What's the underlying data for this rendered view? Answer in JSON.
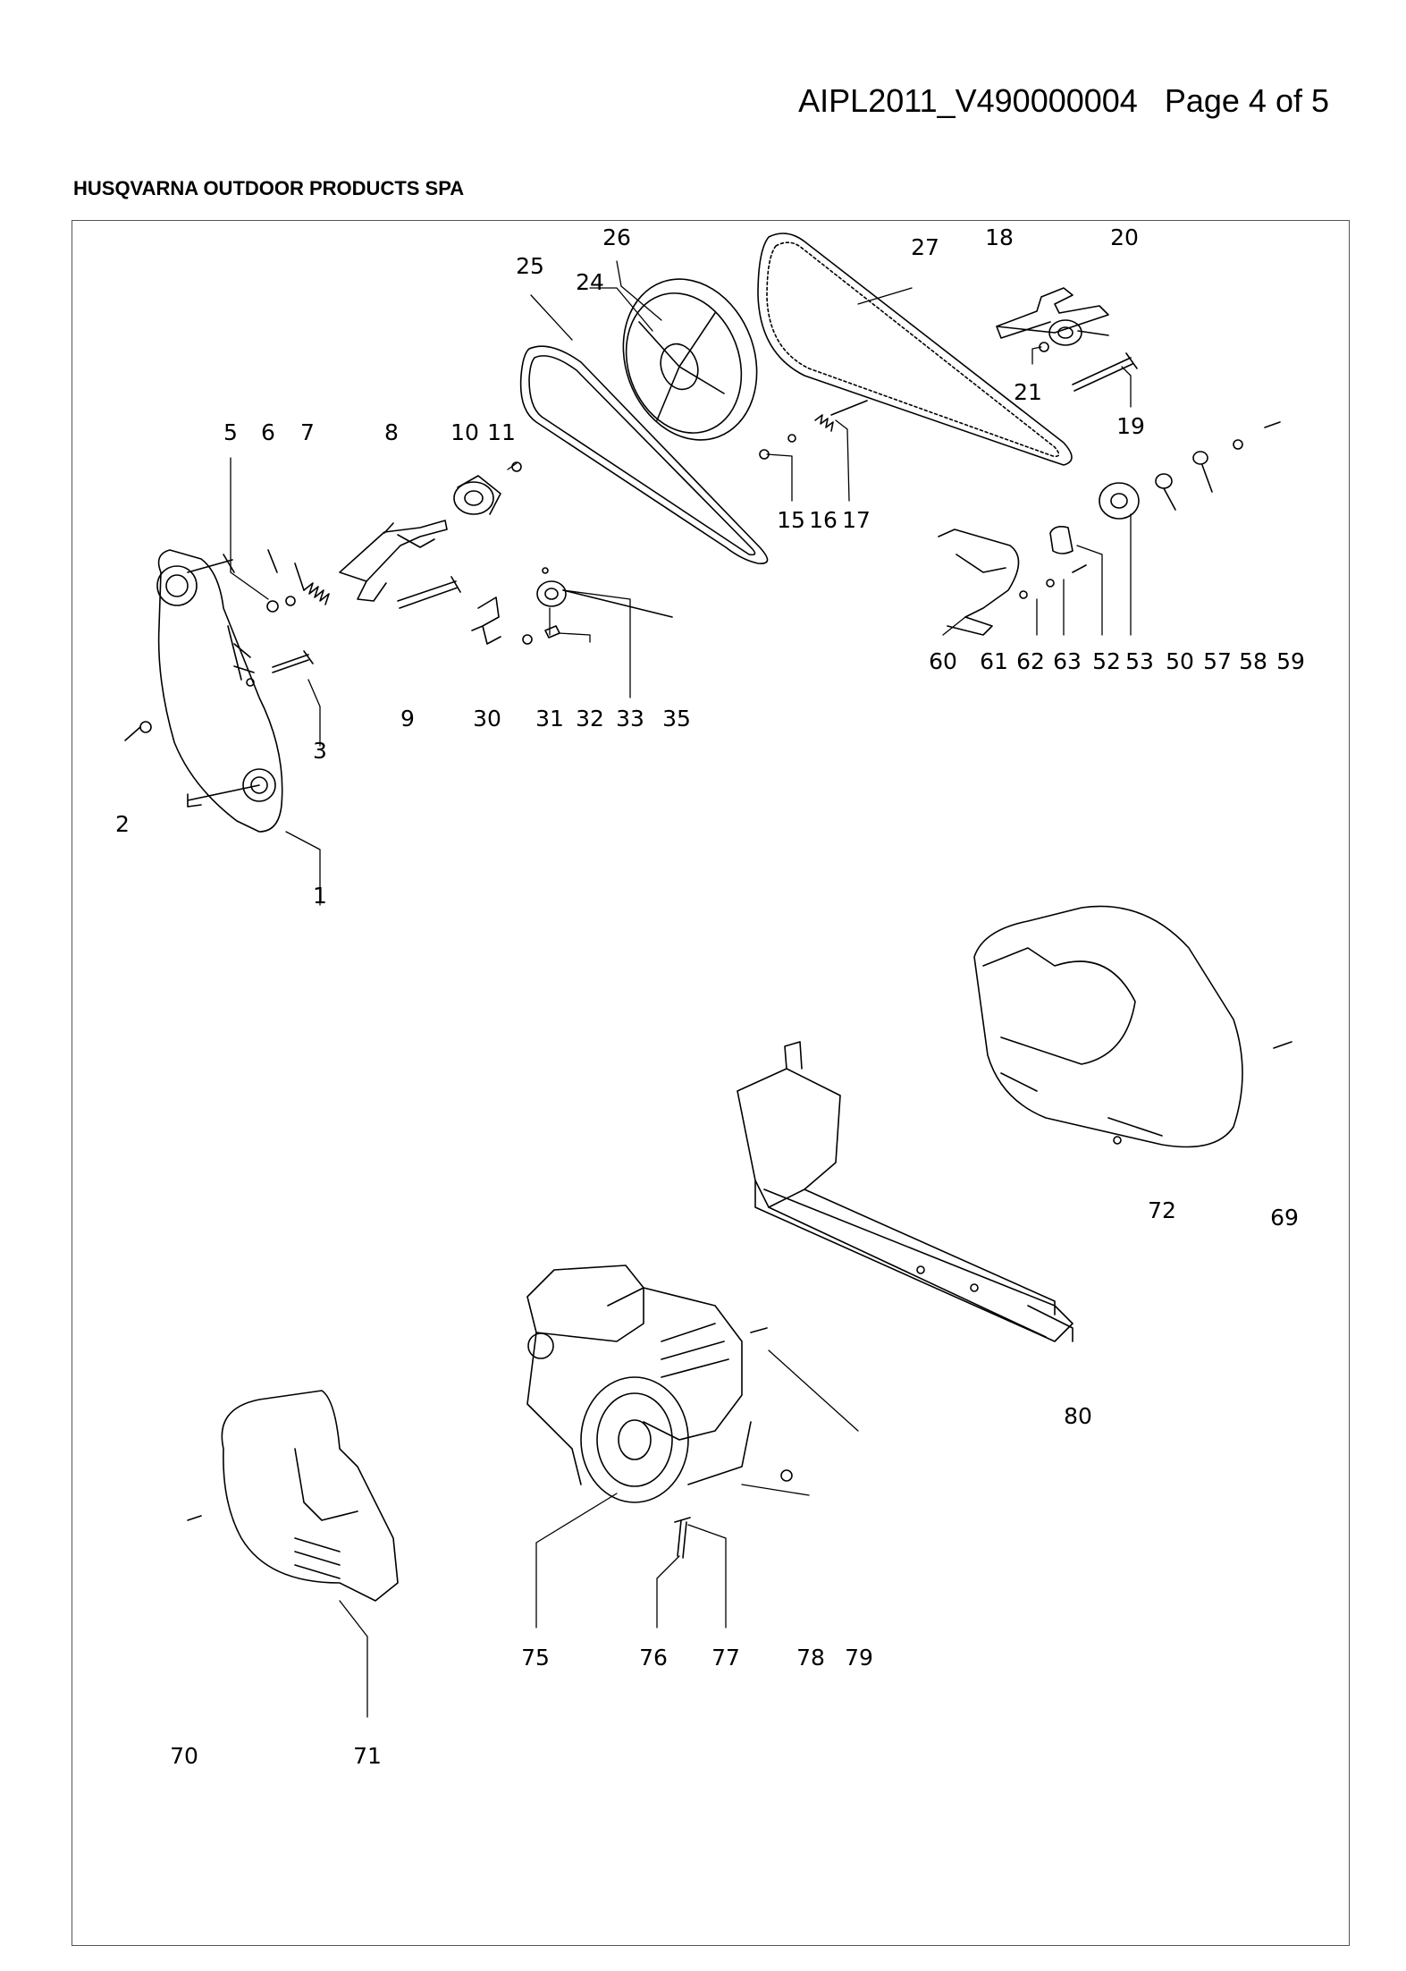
{
  "header": {
    "doc_id": "AIPL2011_V490000004",
    "page_label": "Page 4 of 5",
    "company": "HUSQVARNA OUTDOOR PRODUCTS SPA"
  },
  "callouts": [
    "1",
    "2",
    "3",
    "5",
    "6",
    "7",
    "8",
    "9",
    "10",
    "11",
    "15",
    "16",
    "17",
    "18",
    "19",
    "20",
    "21",
    "24",
    "25",
    "26",
    "27",
    "30",
    "31",
    "32",
    "33",
    "35",
    "50",
    "52",
    "53",
    "57",
    "58",
    "59",
    "60",
    "61",
    "62",
    "63",
    "69",
    "70",
    "71",
    "72",
    "75",
    "76",
    "77",
    "78",
    "79",
    "80"
  ],
  "colors": {
    "line": "#000000",
    "frame": "#555555",
    "background": "#ffffff"
  }
}
